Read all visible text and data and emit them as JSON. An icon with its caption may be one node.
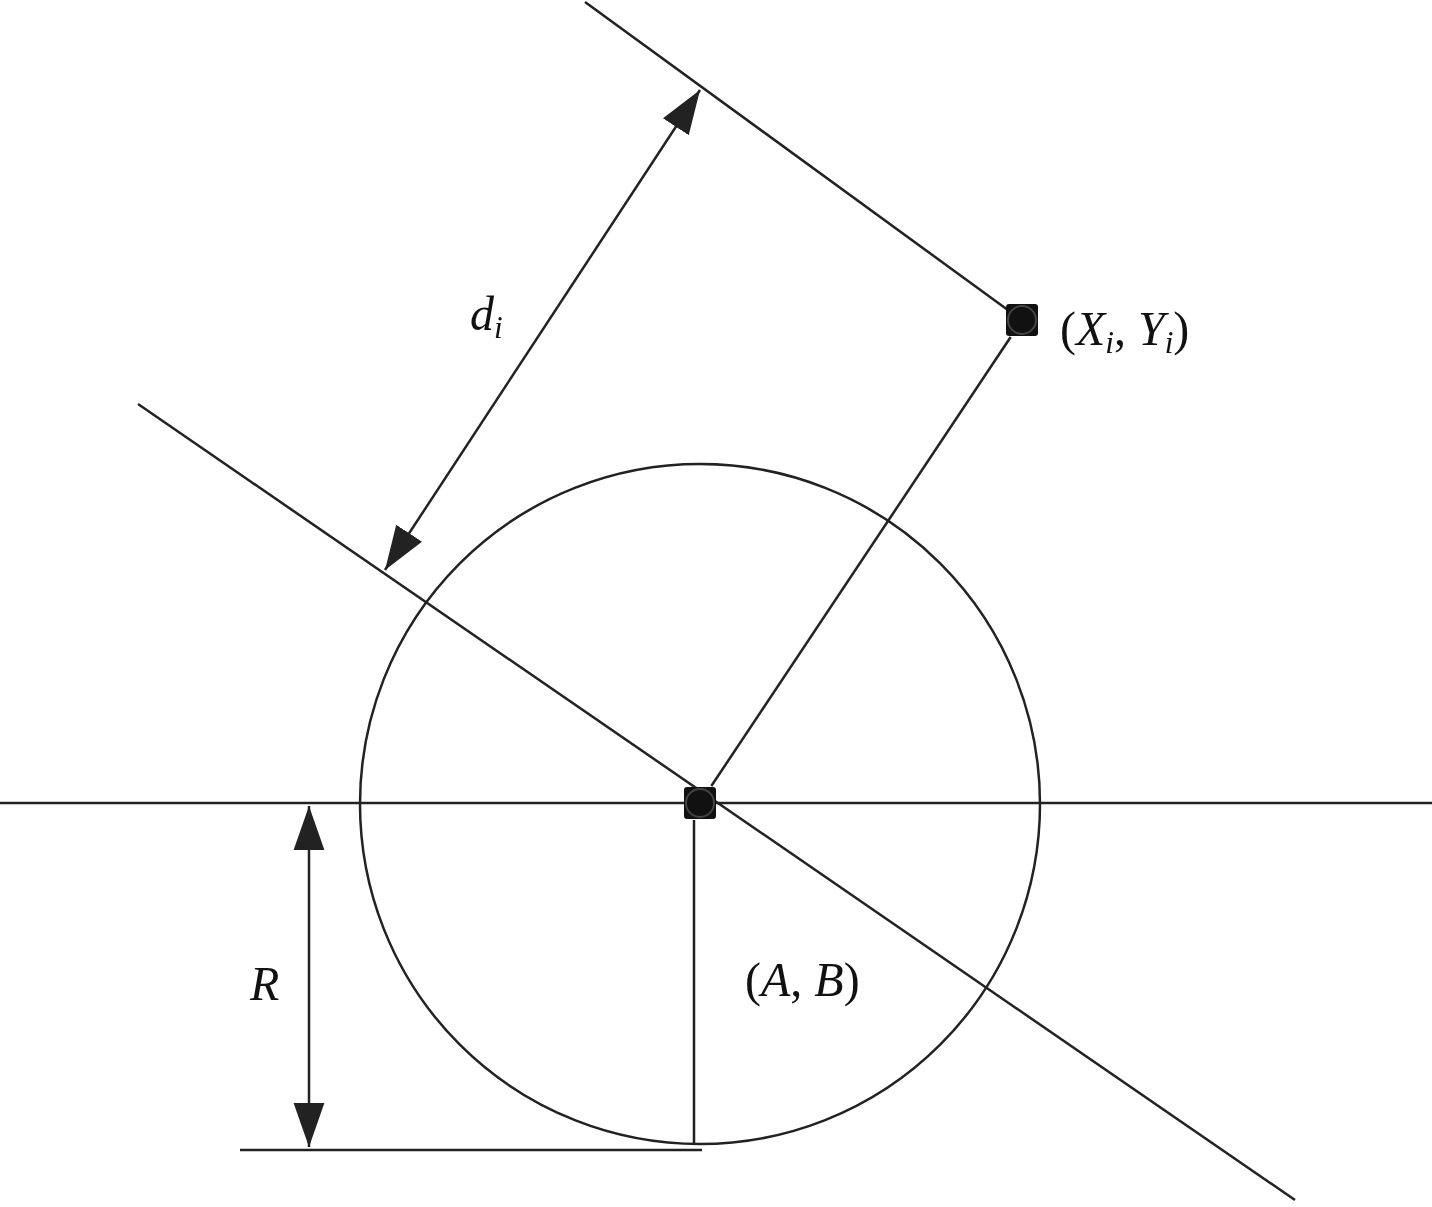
{
  "diagram": {
    "nodes": [
      {
        "text": [],
        "shape": "box",
        "beside": [
          "(*X*$_{i}$, *Y*$_{i}$)"
        ]
      },
      {
        "text": [],
        "shape": "box",
        "beside": [
          "(*A*, *B*)"
        ]
      }
    ],
    "edges": [
      {
        "from": 0,
        "to": 1,
        "arrow": "none"
      }
    ],
    "labels": [
      "*d*$_{i}$",
      "*R*"
    ]
  }
}
